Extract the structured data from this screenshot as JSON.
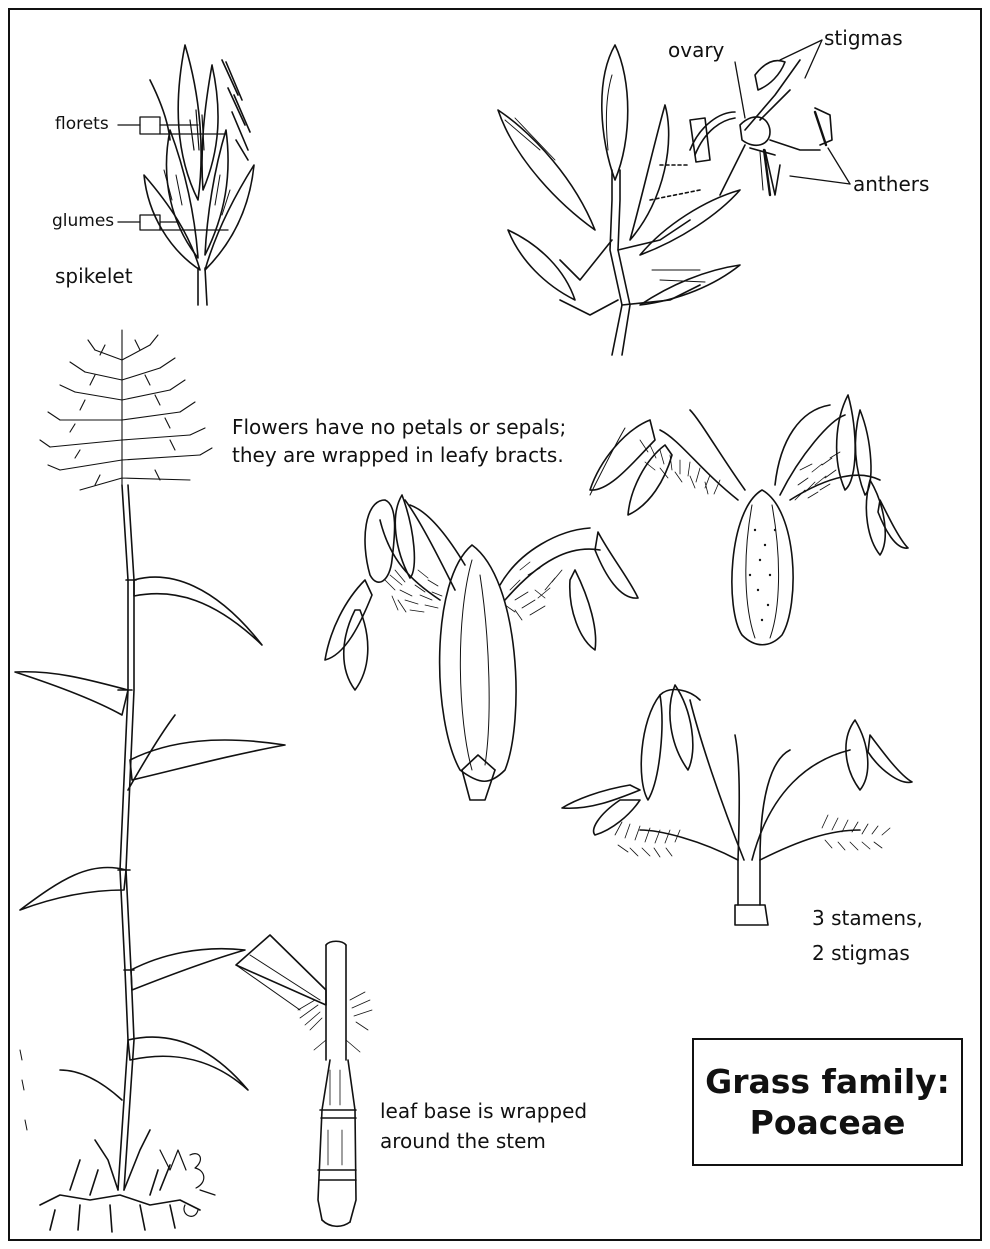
{
  "labels": {
    "florets": "florets",
    "glumes": "glumes",
    "spikelet": "spikelet",
    "ovary": "ovary",
    "stigmas": "stigmas",
    "anthers": "anthers",
    "flowers_line1": "Flowers have no petals or sepals;",
    "flowers_line2": "they are wrapped in leafy bracts.",
    "stamens_line1": "3 stamens,",
    "stamens_line2": "2 stigmas",
    "leafbase_line1": "leaf base is wrapped",
    "leafbase_line2": "around the stem"
  },
  "title": {
    "line1": "Grass family:",
    "line2": "Poaceae"
  },
  "colors": {
    "ink": "#111111",
    "paper": "#ffffff"
  }
}
